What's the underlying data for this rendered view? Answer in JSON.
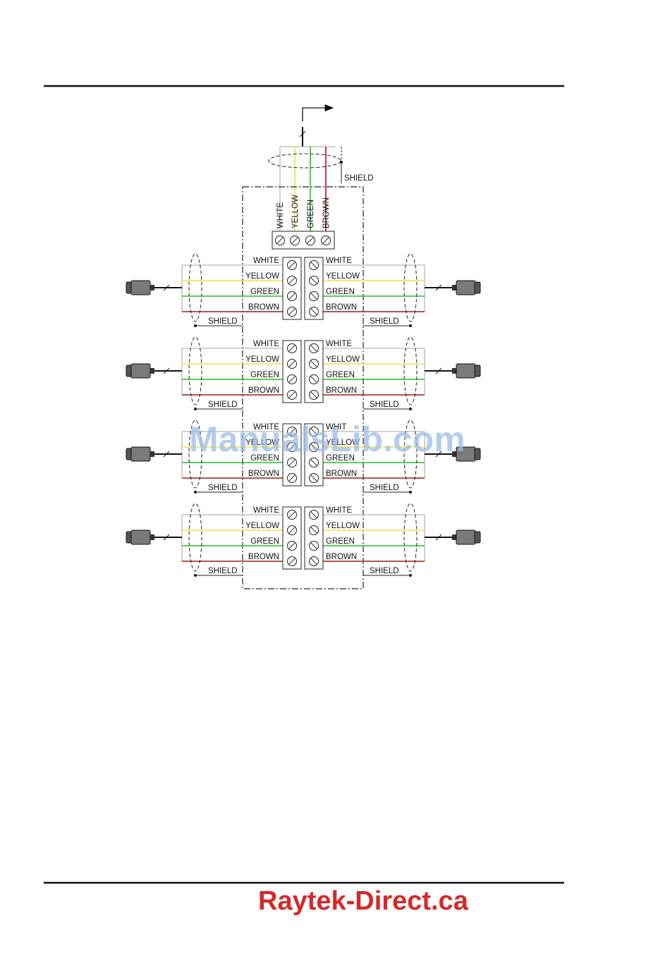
{
  "wire_labels": [
    "WHITE",
    "YELLOW",
    "GREEN",
    "BROWN"
  ],
  "wire_colors": [
    "#c4c4c4",
    "#f0e040",
    "#22c022",
    "#a01818"
  ],
  "shield_label": "SHIELD",
  "groups": [
    {
      "left_labels": [
        "WHITE",
        "YELLOW",
        "GREEN",
        "BROWN"
      ],
      "right_labels": [
        "WHITE",
        "YELLOW",
        "GREEN",
        "BROWN"
      ],
      "left_shield": "SHIELD",
      "right_shield": "SHIELD"
    },
    {
      "left_labels": [
        "WHITE",
        "YELLOW",
        "GREEN",
        "BROWN"
      ],
      "right_labels": [
        "WHITE",
        "YELLOW",
        "GREEN",
        "BROWN"
      ],
      "left_shield": "SHIELD",
      "right_shield": "SHIELD"
    },
    {
      "left_labels": [
        "WHITE",
        "YELLOW",
        "GREEN",
        "BROWN"
      ],
      "right_labels": [
        "WHIT",
        "YELLOW",
        "GREEN",
        "BROWN"
      ],
      "left_shield": "SHIELD",
      "right_shield": "SHIELD"
    },
    {
      "left_labels": [
        "WHITE",
        "YELLOW",
        "GREEN",
        "BROWN"
      ],
      "right_labels": [
        "WHITE",
        "YELLOW",
        "GREEN",
        "BROWN"
      ],
      "left_shield": "SHIELD",
      "right_shield": "SHIELD"
    }
  ],
  "watermark": "ManualsLib.com",
  "footer_brand": "Raytek-Direct.ca",
  "colors": {
    "rule": "#111111",
    "brand": "#d42a2a",
    "watermark": "#9dbde6"
  }
}
